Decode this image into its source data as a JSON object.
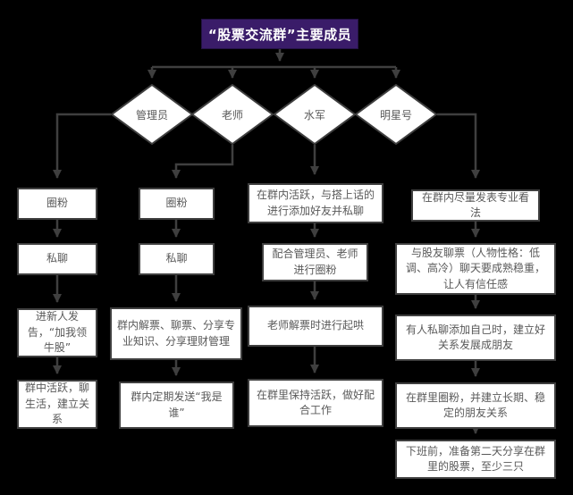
{
  "title": {
    "label": "“股票交流群”主要成员"
  },
  "colors": {
    "background": "#000000",
    "title_fill": "#3a1c69",
    "title_text": "#ffffff",
    "node_fill": "#ffffff",
    "node_border": "#3f3f3f",
    "node_text": "#595959",
    "connector": "#3f3f3f"
  },
  "branches": [
    {
      "role": "管理员",
      "steps": [
        "圈粉",
        "私聊",
        "进新人发告，“加我领牛股”",
        "群中活跃，聊生活，建立关系"
      ]
    },
    {
      "role": "老师",
      "steps": [
        "圈粉",
        "私聊",
        "群内解票、聊票、分享专业知识、分享理财管理",
        "群内定期发送“我是谁”"
      ]
    },
    {
      "role": "水军",
      "steps": [
        "在群内活跃，与搭上话的进行添加好友并私聊",
        "配合管理员、老师进行圈粉",
        "老师解票时进行起哄",
        "在群里保持活跃，做好配合工作"
      ]
    },
    {
      "role": "明星号",
      "steps": [
        "在群内尽量发表专业看法",
        "与股友聊票（人物性格：低调、高冷）聊天要成熟稳重，让人有信任感",
        "有人私聊添加自己时，建立好关系发展成朋友",
        "在群里圈粉，并建立长期、稳定的朋友关系",
        "下班前，准备第二天分享在群里的股票，至少三只"
      ]
    }
  ]
}
